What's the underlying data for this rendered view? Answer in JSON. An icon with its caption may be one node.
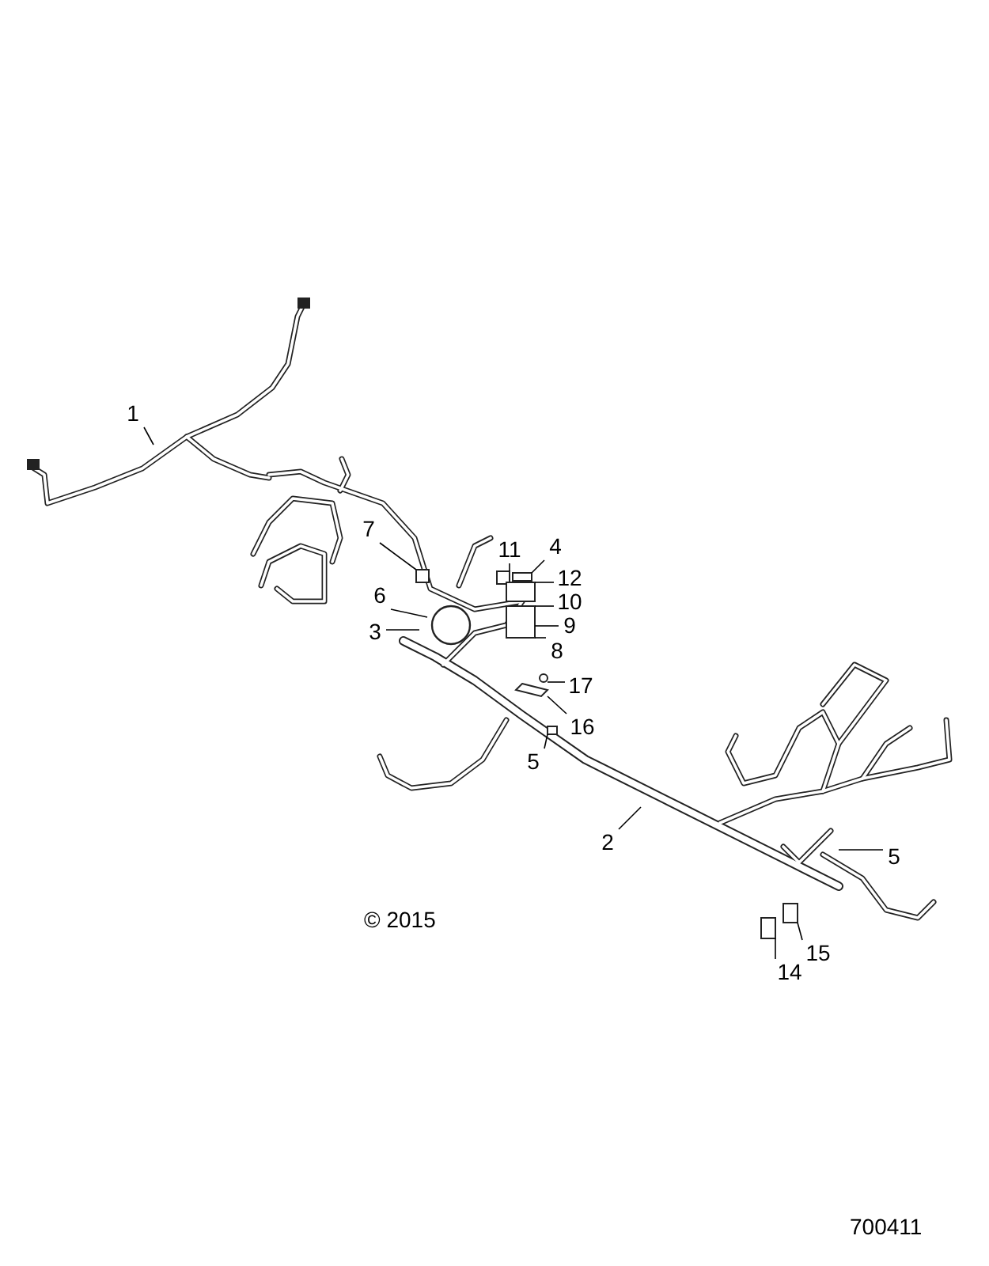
{
  "diagram": {
    "nodes": [
      {
        "text": [
          "1"
        ]
      },
      {
        "text": [
          "7"
        ]
      },
      {
        "text": [
          "11"
        ]
      },
      {
        "text": [
          "4"
        ]
      },
      {
        "text": [
          "12"
        ]
      },
      {
        "text": [
          "6"
        ]
      },
      {
        "text": [
          "10"
        ]
      },
      {
        "text": [
          "3"
        ]
      },
      {
        "text": [
          "9"
        ]
      },
      {
        "text": [
          "8"
        ]
      },
      {
        "text": [
          "17"
        ]
      },
      {
        "text": [
          "16"
        ]
      },
      {
        "text": [
          "5"
        ]
      },
      {
        "text": [
          "2"
        ]
      },
      {
        "text": [
          "5"
        ]
      },
      {
        "text": [
          "15"
        ]
      },
      {
        "text": [
          "14"
        ]
      },
      {
        "text": [],
        "shape": "box"
      },
      {
        "text": [],
        "shape": "box"
      },
      {
        "text": [],
        "shape": "box"
      },
      {
        "text": [],
        "shape": "box"
      },
      {
        "text": [],
        "shape": "circle"
      },
      {
        "text": [],
        "shape": "bar"
      },
      {
        "text": [],
        "shape": "box"
      },
      {
        "text": [],
        "shape": "box"
      },
      {
        "text": [],
        "shape": "box"
      },
      {
        "text": [],
        "shape": "box"
      }
    ],
    "edges": [
      {
        "from": 0,
        "to": null,
        "arrow": "none"
      },
      {
        "from": 1,
        "to": 23,
        "arrow": "none"
      },
      {
        "from": 2,
        "to": 17,
        "arrow": "none"
      },
      {
        "from": 3,
        "to": 18,
        "arrow": "none"
      },
      {
        "from": 4,
        "to": 19,
        "arrow": "none"
      },
      {
        "from": 5,
        "to": null,
        "arrow": "none"
      },
      {
        "from": 6,
        "to": 20,
        "arrow": "none"
      },
      {
        "from": 7,
        "to": null,
        "arrow": "none"
      },
      {
        "from": 8,
        "to": 20,
        "arrow": "none"
      },
      {
        "from": 9,
        "to": 20,
        "arrow": "none"
      },
      {
        "from": 10,
        "to": 21,
        "arrow": "none"
      },
      {
        "from": 11,
        "to": 22,
        "arrow": "none"
      },
      {
        "from": 12,
        "to": 24,
        "arrow": "none"
      },
      {
        "from": 13,
        "to": null,
        "arrow": "none"
      },
      {
        "from": 14,
        "to": null,
        "arrow": "none"
      },
      {
        "from": 15,
        "to": 26,
        "arrow": "none"
      },
      {
        "from": 16,
        "to": 25,
        "arrow": "none"
      }
    ],
    "labels": [
      "© 2015",
      "700411"
    ]
  }
}
